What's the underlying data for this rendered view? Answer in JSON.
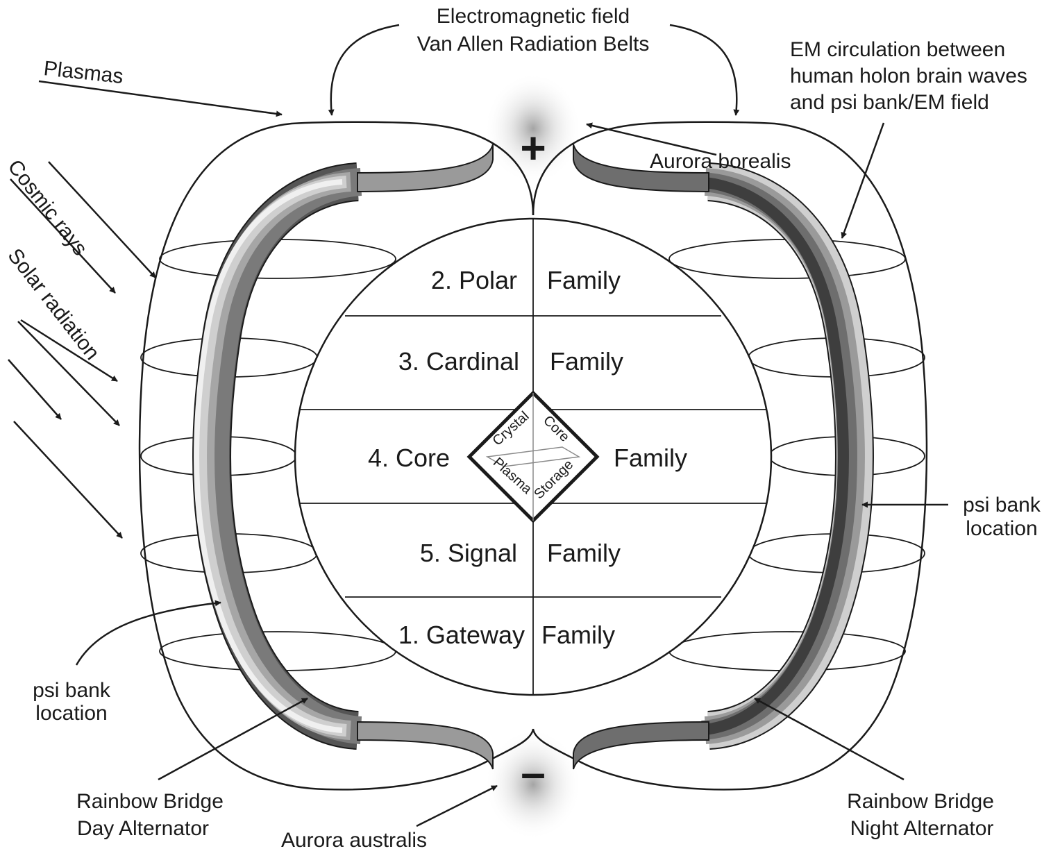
{
  "labels": {
    "em_field_line1": "Electromagnetic field",
    "em_field_line2": "Van Allen Radiation Belts",
    "plasmas": "Plasmas",
    "cosmic_rays": "Cosmic rays",
    "solar_radiation": "Solar radiation",
    "em_circulation_line1": "EM circulation between",
    "em_circulation_line2": "human holon brain waves",
    "em_circulation_line3": "and psi bank/EM field",
    "aurora_borealis": "Aurora borealis",
    "aurora_australis": "Aurora australis",
    "psi_bank_right_line1": "psi bank",
    "psi_bank_right_line2": "location",
    "psi_bank_left_line1": "psi bank",
    "psi_bank_left_line2": "location",
    "rainbow_day_line1": "Rainbow Bridge",
    "rainbow_day_line2": "Day Alternator",
    "rainbow_night_line1": "Rainbow Bridge",
    "rainbow_night_line2": "Night Alternator",
    "plus": "+",
    "minus": "–"
  },
  "families": [
    {
      "name": "2. Polar",
      "suffix": "Family"
    },
    {
      "name": "3. Cardinal",
      "suffix": "Family"
    },
    {
      "name": "4. Core",
      "suffix": "Family"
    },
    {
      "name": "5. Signal",
      "suffix": "Family"
    },
    {
      "name": "1. Gateway",
      "suffix": "Family"
    }
  ],
  "core_diamond": {
    "top_left": "Crystal",
    "top_right": "Core",
    "bottom_left": "Plasma",
    "bottom_right": "Storage"
  },
  "colors": {
    "ink": "#1a1a1a",
    "band_dark": "#2b2b2b",
    "band_light": "#f2f2f2",
    "background": "#ffffff"
  }
}
